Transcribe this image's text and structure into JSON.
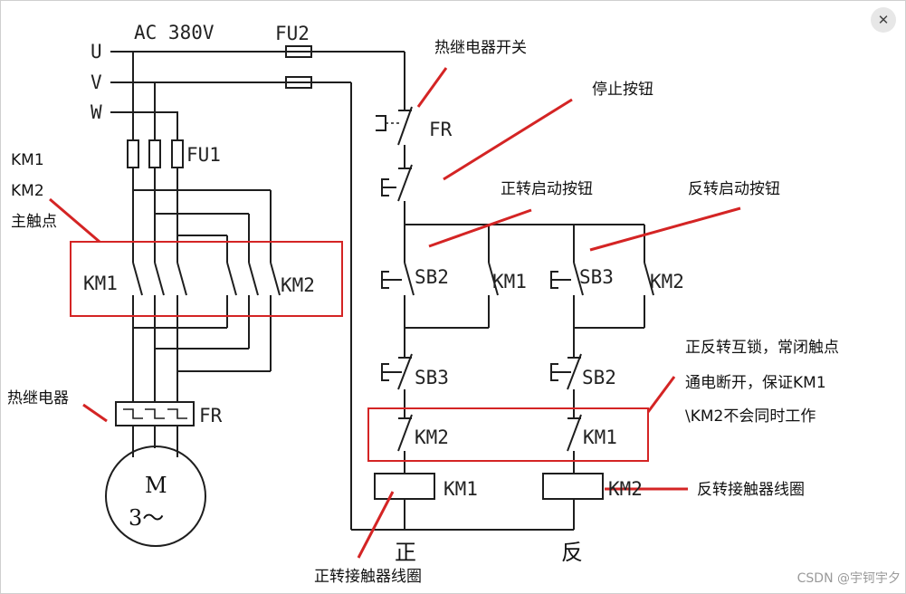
{
  "labels": {
    "ac": "AC  380V",
    "u": "U",
    "v": "V",
    "w": "W",
    "fu2": "FU2",
    "fu1": "FU1",
    "fr": "FR",
    "fr_relay": "FR",
    "km1_main": "KM1",
    "km2_main": "KM2",
    "sb2": "SB2",
    "sb3": "SB3",
    "km1_hold": "KM1",
    "km2_hold": "KM2",
    "sb3_nc": "SB3",
    "sb2_nc": "SB2",
    "km2_nc": "KM2",
    "km1_nc": "KM1",
    "km1_coil": "KM1",
    "km2_coil": "KM2",
    "motor_m": "M",
    "motor_3": "3～",
    "forward": "正",
    "reverse": "反"
  },
  "annotations": {
    "thermal_switch": "热继电器开关",
    "stop_button": "停止按钮",
    "forward_start": "正转启动按钮",
    "reverse_start": "反转启动按钮",
    "main_contacts": [
      "KM1",
      "KM2",
      "主触点"
    ],
    "thermal_relay": "热继电器",
    "interlock": [
      "正反转互锁，常闭触点",
      "通电断开，保证KM1",
      "\\KM2不会同时工作"
    ],
    "reverse_coil": "反转接触器线圈",
    "forward_coil": "正转接触器线圈"
  },
  "ui": {
    "close_icon": "✕",
    "watermark": "CSDN @宇钶宇夕"
  },
  "colors": {
    "annotation": "#d42424",
    "wire": "#1e1e1e"
  }
}
